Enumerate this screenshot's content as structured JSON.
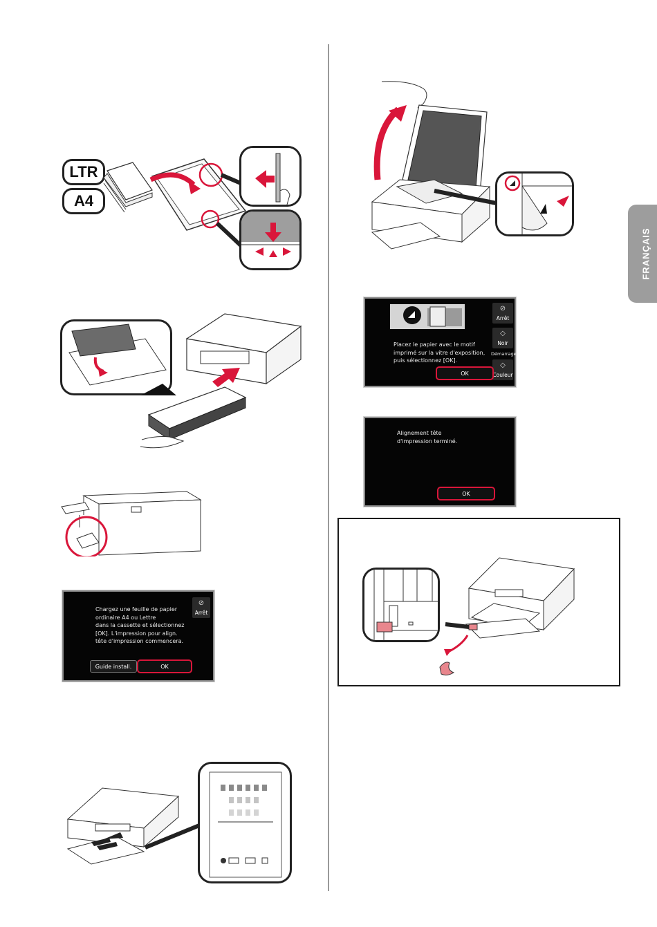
{
  "side_tab": {
    "label": "FRANÇAIS"
  },
  "paper_labels": {
    "ltr": "LTR",
    "a4": "A4"
  },
  "screen_load_paper": {
    "message": "Chargez une feuille de papier\nordinaire A4 ou Lettre\ndans la cassette et sélectionnez\n[OK]. L'impression pour align.\ntête d'impression commencera.",
    "stop_label": "Arrêt",
    "guide_button": "Guide install.",
    "ok_button": "OK"
  },
  "screen_place_paper": {
    "message": "Placez le papier avec le motif\nimprimé sur la vitre d'exposition,\npuis sélectionnez [OK].",
    "stop_label": "Arrêt",
    "black_label": "Noir",
    "start_label": "Démarrage",
    "color_label": "Couleur",
    "ok_button": "OK"
  },
  "screen_complete": {
    "message": "Alignement tête\nd'impression terminé.",
    "ok_button": "OK"
  },
  "colors": {
    "accent_red": "#d9163a",
    "screen_bg": "#050505",
    "tab_gray": "#9d9d9d"
  }
}
